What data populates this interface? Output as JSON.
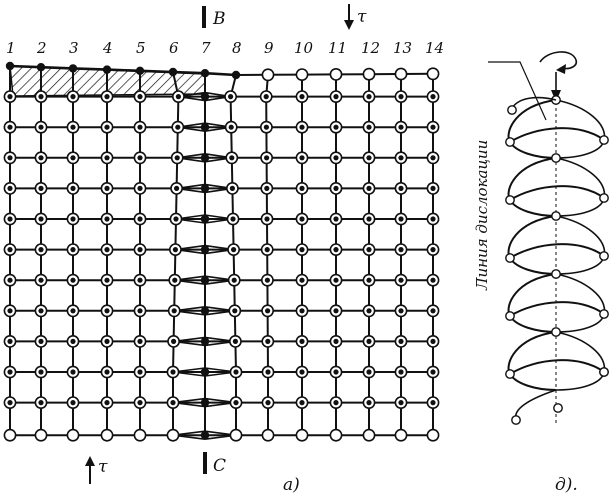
{
  "column_labels": [
    "1",
    "2",
    "3",
    "4",
    "5",
    "6",
    "7",
    "8",
    "9",
    "10",
    "11",
    "12",
    "13",
    "14"
  ],
  "labels": {
    "B": "B",
    "C": "C",
    "tau_top": "τ",
    "tau_bottom": "τ",
    "part_a": "а)",
    "part_b": "д).",
    "dislocation_line": "Линия дислокации"
  },
  "colors": {
    "ink": "#111111",
    "paper": "#ffffff"
  }
}
